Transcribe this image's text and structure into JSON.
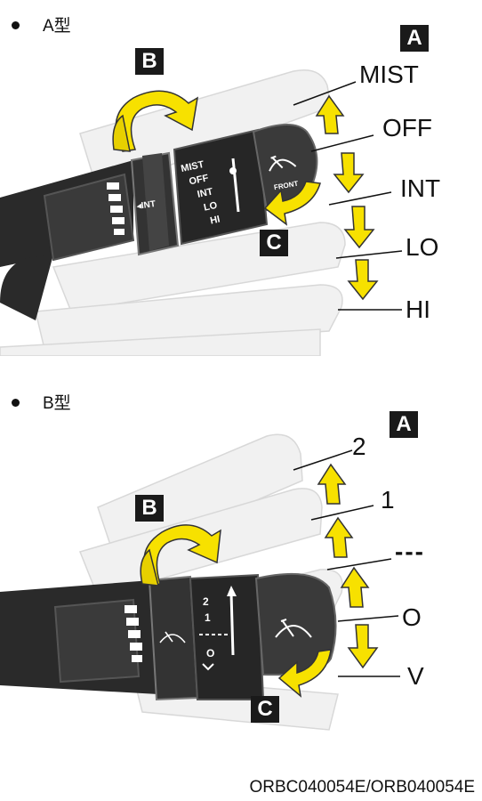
{
  "sections": [
    {
      "header": "A型",
      "badges": {
        "a": "A",
        "b": "B",
        "c": "C"
      },
      "positions": [
        "MIST",
        "OFF",
        "INT",
        "LO",
        "HI"
      ],
      "stalk_labels": [
        "MIST",
        "OFF",
        "INT",
        "LO",
        "HI"
      ],
      "ring_label": "◂INT",
      "knob_label": "FRONT"
    },
    {
      "header": "B型",
      "badges": {
        "a": "A",
        "b": "B",
        "c": "C"
      },
      "positions": [
        "2",
        "1",
        "---",
        "O",
        "V"
      ],
      "stalk_labels": [
        "2",
        "1",
        "O"
      ]
    }
  ],
  "image_code": "ORBC040054E/ORB040054E",
  "colors": {
    "arrow_fill": "#f7e100",
    "stalk": "#2b2b2b",
    "ghost": "#ececec",
    "badge": "#1a1a1a"
  }
}
